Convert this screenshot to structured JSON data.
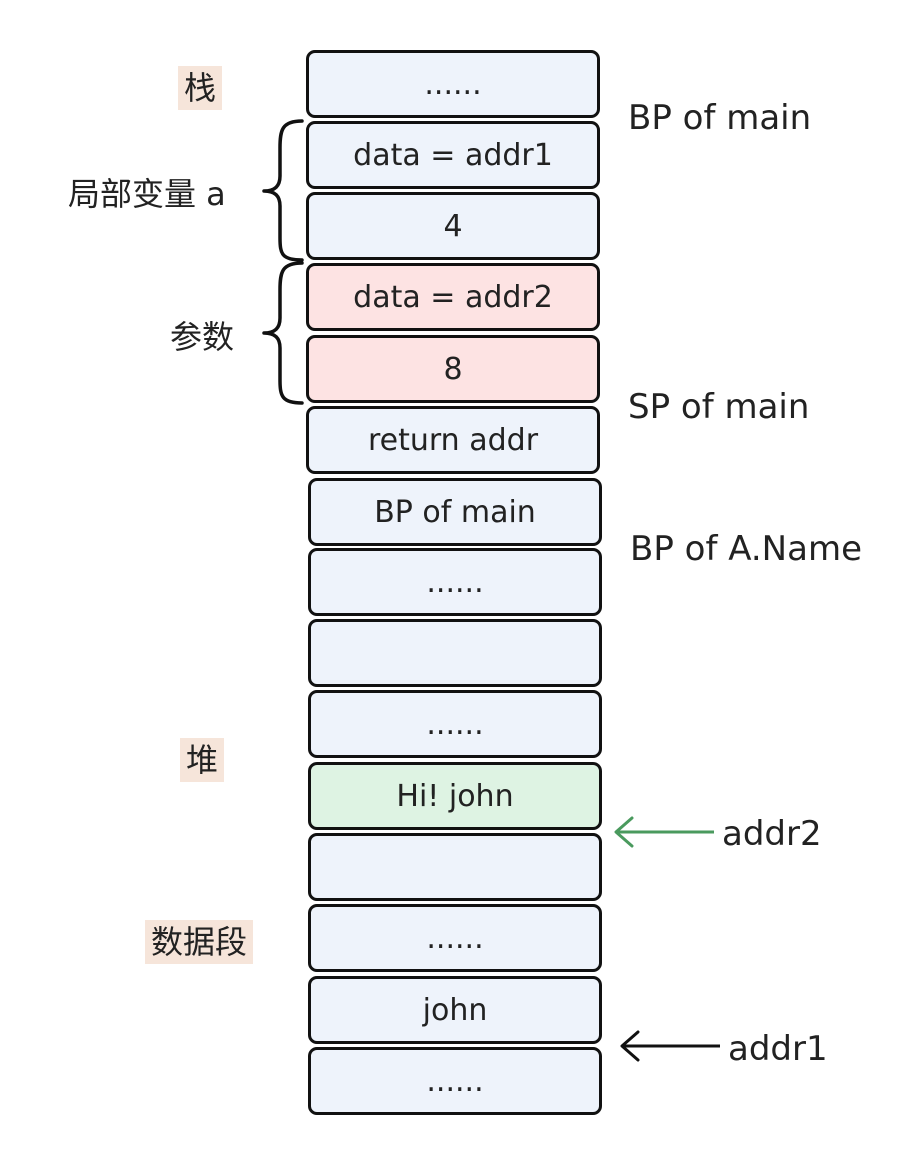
{
  "colors": {
    "stack_cell": "#eef3fb",
    "param_cell": "#fde3e3",
    "heap_cell": "#def3e3",
    "border": "#111111",
    "section_label_bg": "#f6e5da",
    "addr2_arrow": "#4a9a5e",
    "addr1_arrow": "#111111"
  },
  "section_labels": {
    "stack": "栈",
    "heap": "堆",
    "data_segment": "数据段"
  },
  "brace_labels": {
    "local_var": "局部变量 a",
    "params": "参数"
  },
  "cells": [
    {
      "text": "......",
      "kind": "stack"
    },
    {
      "text": "data = addr1",
      "kind": "stack"
    },
    {
      "text": "4",
      "kind": "stack"
    },
    {
      "text": "data = addr2",
      "kind": "param"
    },
    {
      "text": "8",
      "kind": "param"
    },
    {
      "text": "return addr",
      "kind": "stack"
    },
    {
      "text": "BP of main",
      "kind": "stack"
    },
    {
      "text": "......",
      "kind": "stack"
    },
    {
      "text": "",
      "kind": "stack"
    },
    {
      "text": "......",
      "kind": "stack"
    },
    {
      "text": "Hi!  john",
      "kind": "heap"
    },
    {
      "text": "",
      "kind": "stack"
    },
    {
      "text": "......",
      "kind": "stack"
    },
    {
      "text": "john",
      "kind": "stack"
    },
    {
      "text": "......",
      "kind": "stack"
    }
  ],
  "right_labels": {
    "bp_of_main": "BP of main",
    "sp_of_main": "SP of main",
    "bp_of_aname": "BP of A.Name",
    "addr2": "addr2",
    "addr1": "addr1"
  }
}
